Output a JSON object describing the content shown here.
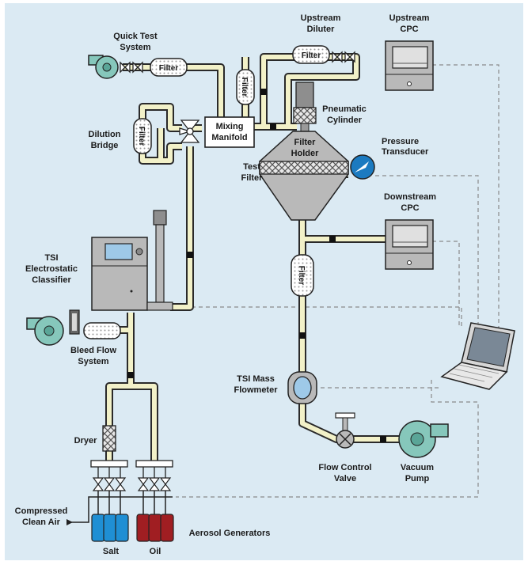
{
  "labels": {
    "quick_test": [
      "Quick Test",
      "System"
    ],
    "upstream_diluter": [
      "Upstream",
      "Diluter"
    ],
    "upstream_cpc": [
      "Upstream",
      "CPC"
    ],
    "pneumatic_cylinder": [
      "Pneumatic",
      "Cylinder"
    ],
    "dilution_bridge": [
      "Dilution",
      "Bridge"
    ],
    "mixing_manifold": [
      "Mixing",
      "Manifold"
    ],
    "filter_holder": [
      "Filter",
      "Holder"
    ],
    "pressure_transducer": "Pressure Transducer",
    "test_filter": [
      "Test",
      "Filter"
    ],
    "downstream_cpc": [
      "Downstream",
      "CPC"
    ],
    "tsi_classifier": [
      "TSI",
      "Electrostatic",
      "Classifier"
    ],
    "bleed_flow": [
      "Bleed Flow",
      "System"
    ],
    "tsi_mass_flowmeter": [
      "TSI Mass",
      "Flowmeter"
    ],
    "dryer": "Dryer",
    "flow_control_valve": [
      "Flow Control",
      "Valve"
    ],
    "vacuum_pump": [
      "Vacuum",
      "Pump"
    ],
    "compressed_air": [
      "Compressed",
      "Clean Air"
    ],
    "aerosol_generators": "Aerosol Generators",
    "salt": "Salt",
    "oil": "Oil",
    "filter": "Filter"
  },
  "colors": {
    "background": "#dbeaf3",
    "pipe": "#f2f1c8",
    "pipe_edge": "#2a2a2a",
    "device": "#b9b9b9",
    "device_dark": "#8e8e8e",
    "fan": "#86c7bb",
    "salt_bottle": "#1f8fd4",
    "oil_bottle": "#a01e22",
    "gauge": "#1b7ac0",
    "dashed_line": "#888888"
  }
}
